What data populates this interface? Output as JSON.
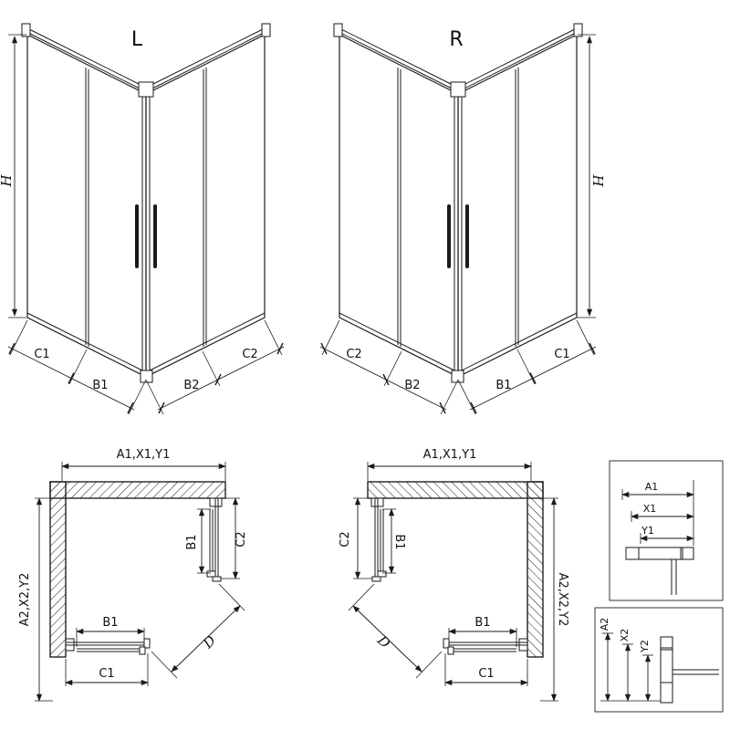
{
  "drawing": {
    "perspective_left": {
      "variant": "L",
      "height_dim": "H",
      "bottom_dims": [
        "C1",
        "B1",
        "B2",
        "C2"
      ]
    },
    "perspective_right": {
      "variant": "R",
      "height_dim": "H",
      "bottom_dims": [
        "C2",
        "B2",
        "B1",
        "C1"
      ]
    },
    "plan_left": {
      "top_dim": "A1,X1,Y1",
      "side_dim": "A2,X2,Y2",
      "door_side_dim": "B1",
      "fixed_side_dim": "C2",
      "door_bottom_dim": "B1",
      "fixed_bottom_dim": "C1",
      "diagonal_dim": "D"
    },
    "plan_right": {
      "top_dim": "A1,X1,Y1",
      "side_dim": "A2,X2,Y2",
      "door_side_dim": "B1",
      "fixed_side_dim": "C2",
      "door_bottom_dim": "B1",
      "fixed_bottom_dim": "C1",
      "diagonal_dim": "D"
    },
    "detail_width": {
      "dims": [
        "A1",
        "X1",
        "Y1"
      ]
    },
    "detail_depth": {
      "dims": [
        "A2",
        "X2",
        "Y2"
      ]
    }
  }
}
